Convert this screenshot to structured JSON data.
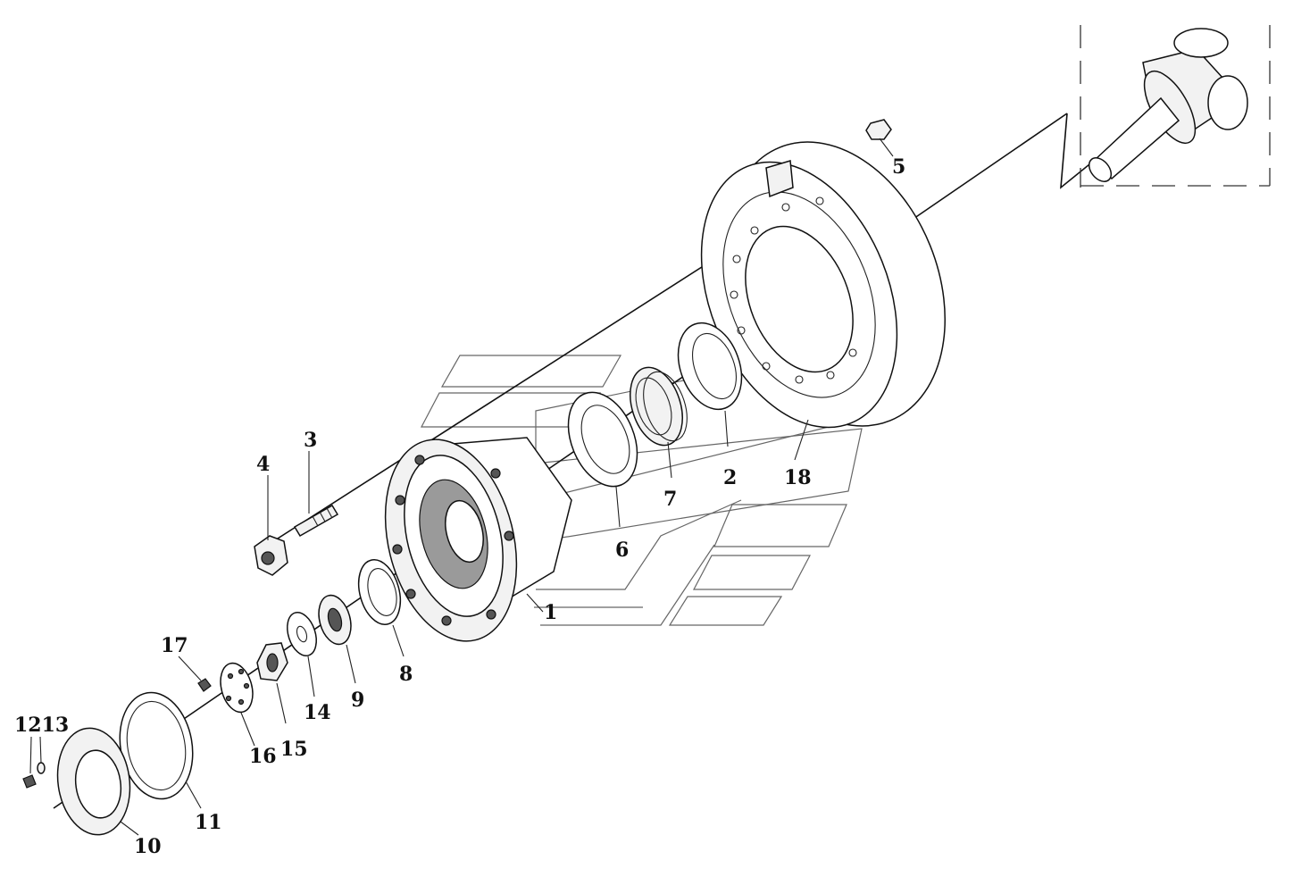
{
  "labels": {
    "p1": "1",
    "p2": "2",
    "p3": "3",
    "p4": "4",
    "p5": "5",
    "p6": "6",
    "p7": "7",
    "p8": "8",
    "p9": "9",
    "p10": "10",
    "p11": "11",
    "p1213": "1213",
    "p14": "14",
    "p15": "15",
    "p16": "16",
    "p17": "17",
    "p18": "18"
  }
}
